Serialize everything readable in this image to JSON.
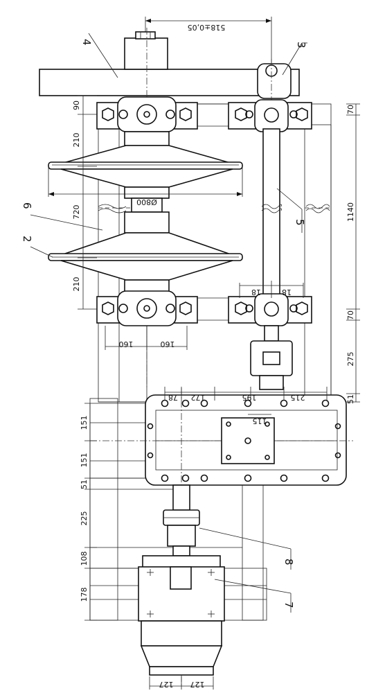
{
  "drawing": {
    "dims": {
      "top_span": "518±0,05",
      "pulley_diameter": "Ø800",
      "left_90": "90",
      "left_210_top": "210",
      "left_720": "720",
      "left_210_bottom": "210",
      "right_70_top": "70",
      "right_1140": "1140",
      "right_70_bottom": "70",
      "right_275": "275",
      "right_51": "51",
      "bearing_18a": "18",
      "bearing_18b": "18",
      "foot_160a": "160",
      "foot_160b": "160",
      "gb_78": "78",
      "gb_172": "172",
      "gb_195": "195",
      "gb_215": "215",
      "gb_115": "115",
      "left_151a": "151",
      "left_151b": "151",
      "left_51": "51",
      "left_225": "225",
      "left_108": "108",
      "left_178": "178",
      "bottom_127a": "127",
      "bottom_127b": "127"
    },
    "callouts": {
      "c2": "2",
      "c3": "3",
      "c4": "4",
      "c5": "5",
      "c6": "6",
      "c7": "7",
      "c8": "8"
    }
  }
}
